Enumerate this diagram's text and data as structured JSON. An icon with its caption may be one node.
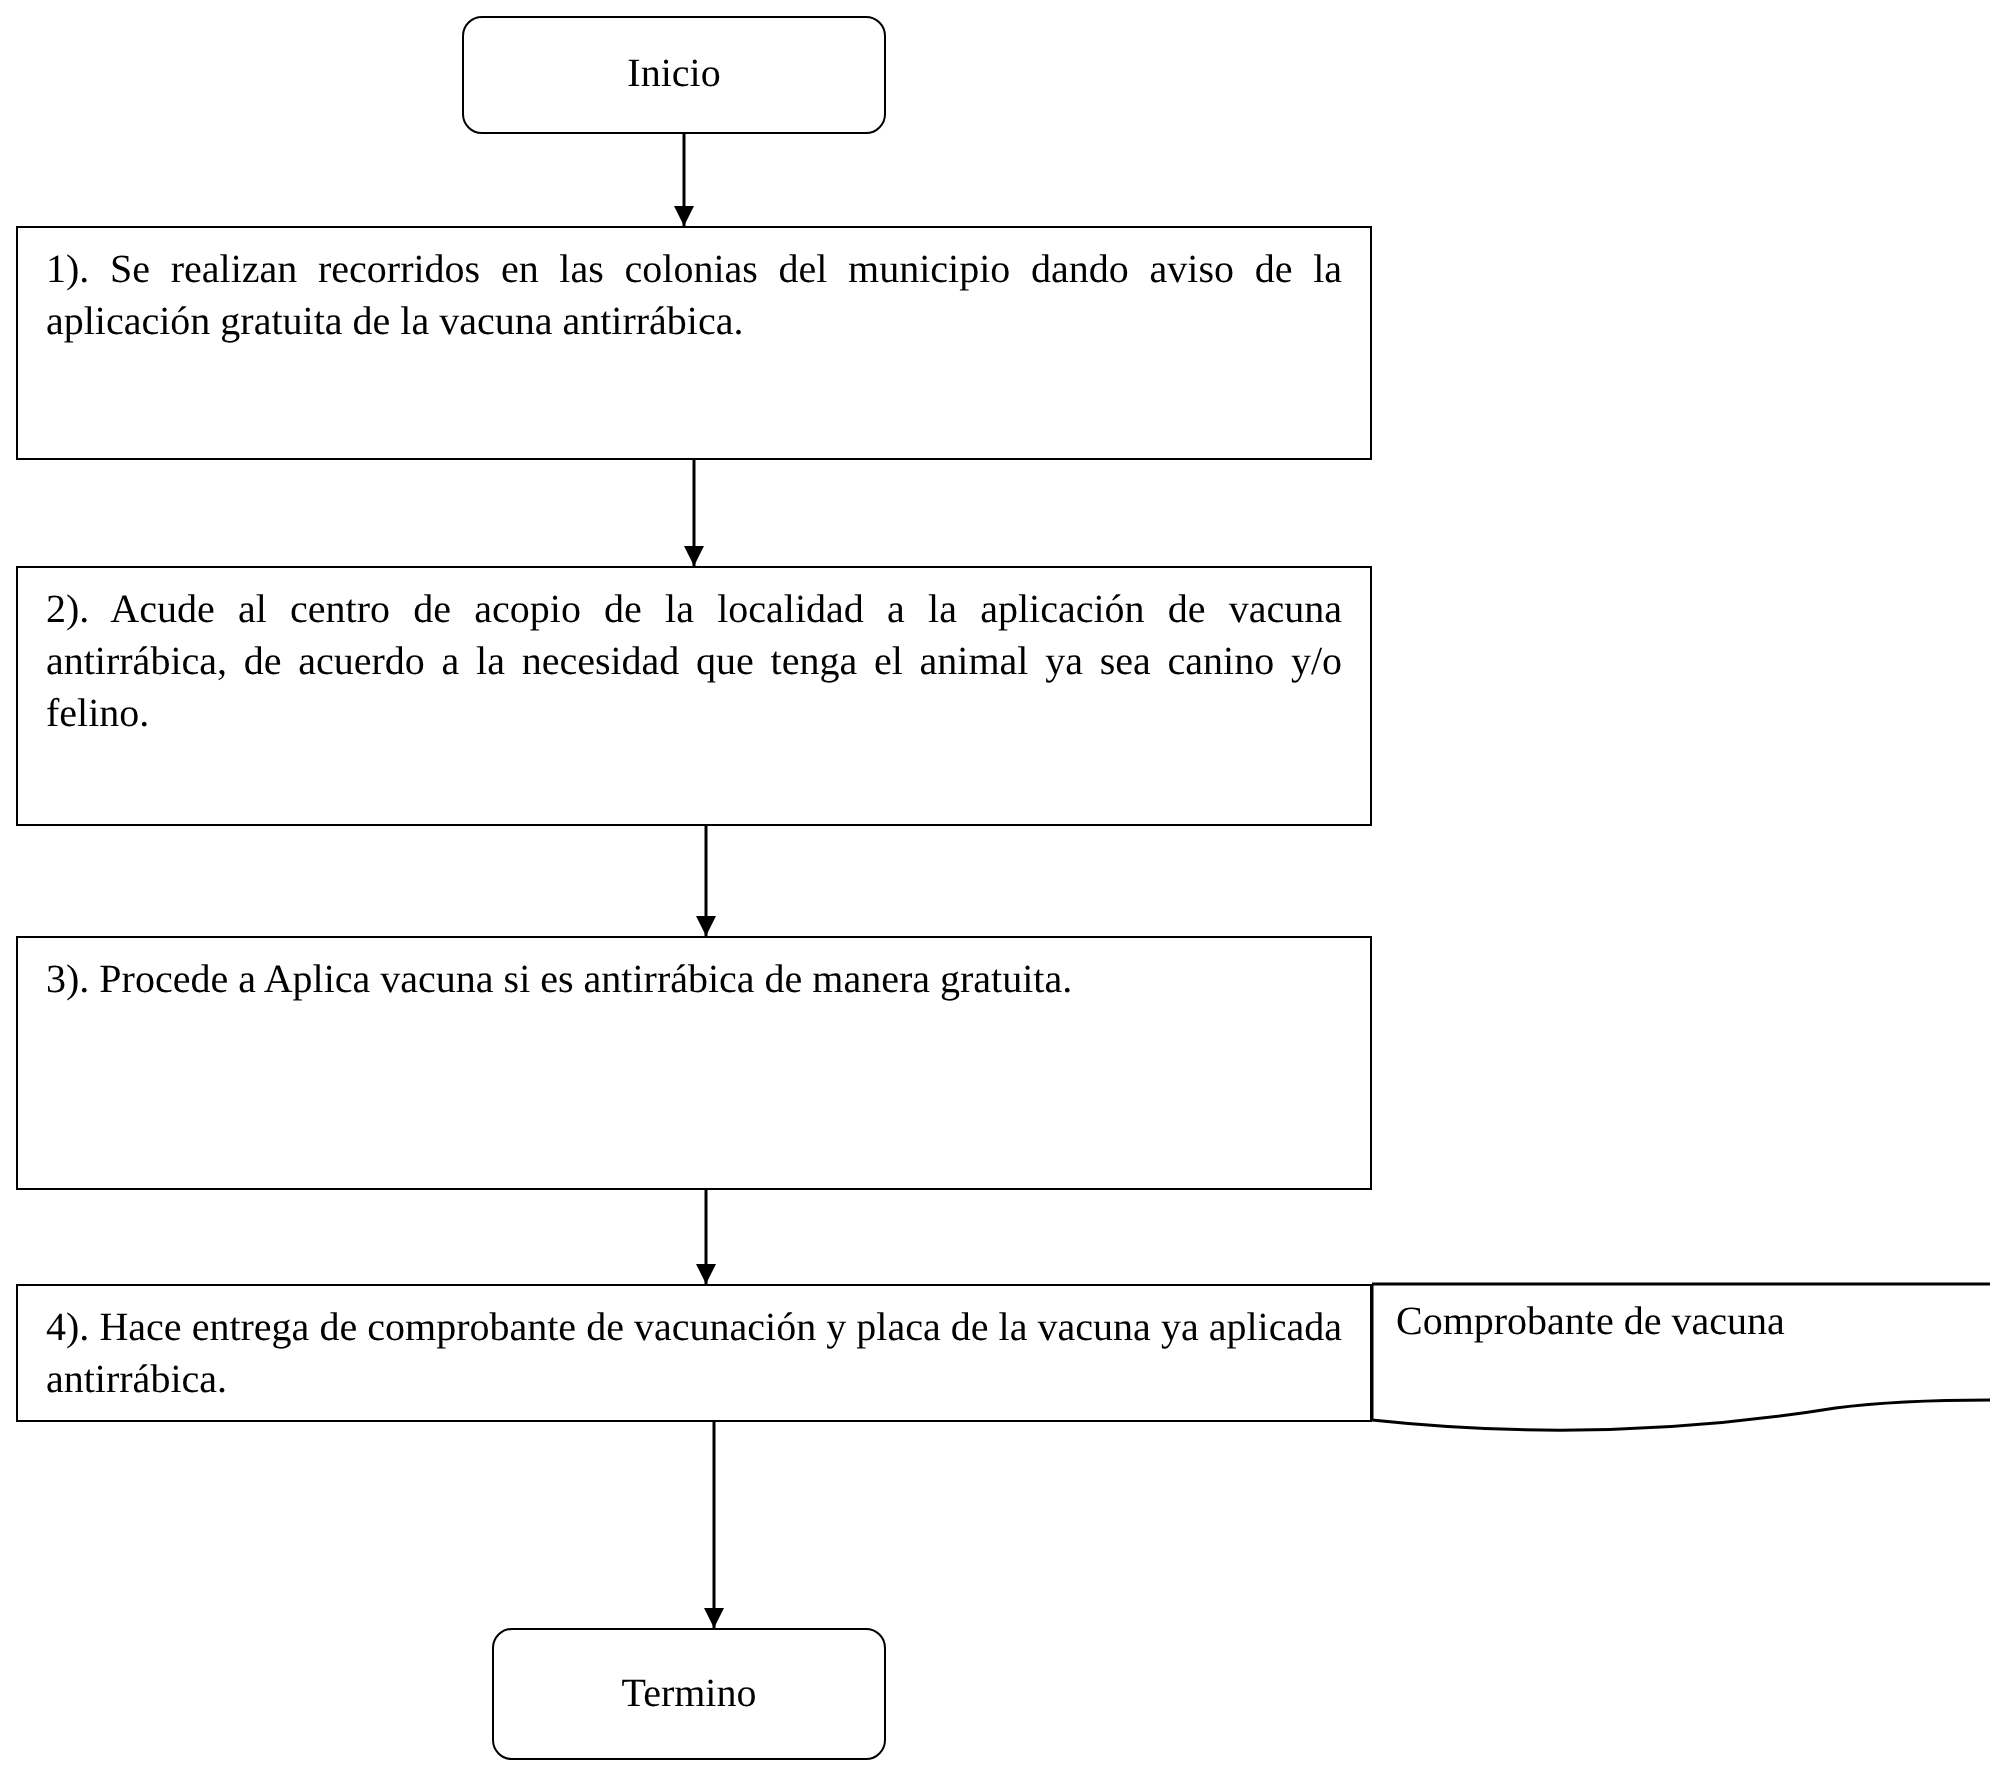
{
  "diagram": {
    "nodes": [
      {
        "text": [
          "Inicio"
        ]
      },
      {
        "text": [
          "1). Se realizan recorridos en las colonias del municipio dando aviso de la aplicación gratuita de la vacuna antirrábica."
        ]
      },
      {
        "text": [
          "2). Acude al centro de acopio de la localidad a la aplicación de vacuna antirrábica, de acuerdo a la necesidad que tenga el animal ya sea canino y/o felino."
        ]
      },
      {
        "text": [
          "3). Procede a Aplica vacuna si es antirrábica de manera gratuita."
        ]
      },
      {
        "text": [
          "4). Hace entrega de comprobante de vacunación y placa de la vacuna ya aplicada antirrábica."
        ]
      },
      {
        "text": [
          "Comprobante de vacuna"
        ]
      },
      {
        "text": [
          "Termino"
        ]
      }
    ],
    "edges": [
      {
        "from": 0,
        "to": 1,
        "arrow": "to"
      },
      {
        "from": 1,
        "to": 2,
        "arrow": "to"
      },
      {
        "from": 2,
        "to": 3,
        "arrow": "to"
      },
      {
        "from": 3,
        "to": 4,
        "arrow": "to"
      },
      {
        "from": 4,
        "to": 6,
        "arrow": "to"
      }
    ]
  }
}
